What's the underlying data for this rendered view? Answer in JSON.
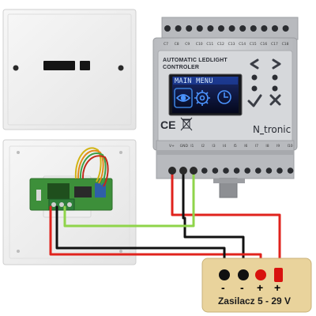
{
  "controller": {
    "title_line1": "AUTOMATIC LEDLIGHT",
    "title_line2": "CONTROLER",
    "screen_header": "MAIN MENU",
    "brand_prefix": "N",
    "brand_suffix": "tronic",
    "ce_mark": "CE",
    "top_terminals": [
      "C7",
      "C8",
      "C9",
      "C10",
      "C11",
      "C12",
      "C13",
      "C14",
      "C15",
      "C16",
      "C17",
      "C18"
    ],
    "bottom_terminals": [
      "V+",
      "GND",
      "I1",
      "I2",
      "I3",
      "I4",
      "I5",
      "I6",
      "I7",
      "I8",
      "I9",
      "I10"
    ]
  },
  "power_supply": {
    "label": "Zasilacz 5 - 29 V",
    "terminals": [
      "-",
      "-",
      "+",
      "+"
    ]
  },
  "colors": {
    "wire_red": "#e0231d",
    "wire_black": "#111111",
    "wire_green": "#8fd44a",
    "psu_panel": "#e9d39c",
    "psu_dot_black": "#111111",
    "psu_dot_red": "#d8120e",
    "controller_body": "#c5c7cb",
    "screen_bg": "#0a0f2a",
    "screen_accent": "#3a7fd8",
    "pcb": "#3d8f3a"
  },
  "icons": {
    "left": "chevron-left-icon",
    "right": "chevron-right-icon",
    "ok": "check-icon",
    "cancel": "x-icon",
    "menu1": "eye-icon",
    "menu2": "gear-icon",
    "menu3": "clock-icon"
  }
}
